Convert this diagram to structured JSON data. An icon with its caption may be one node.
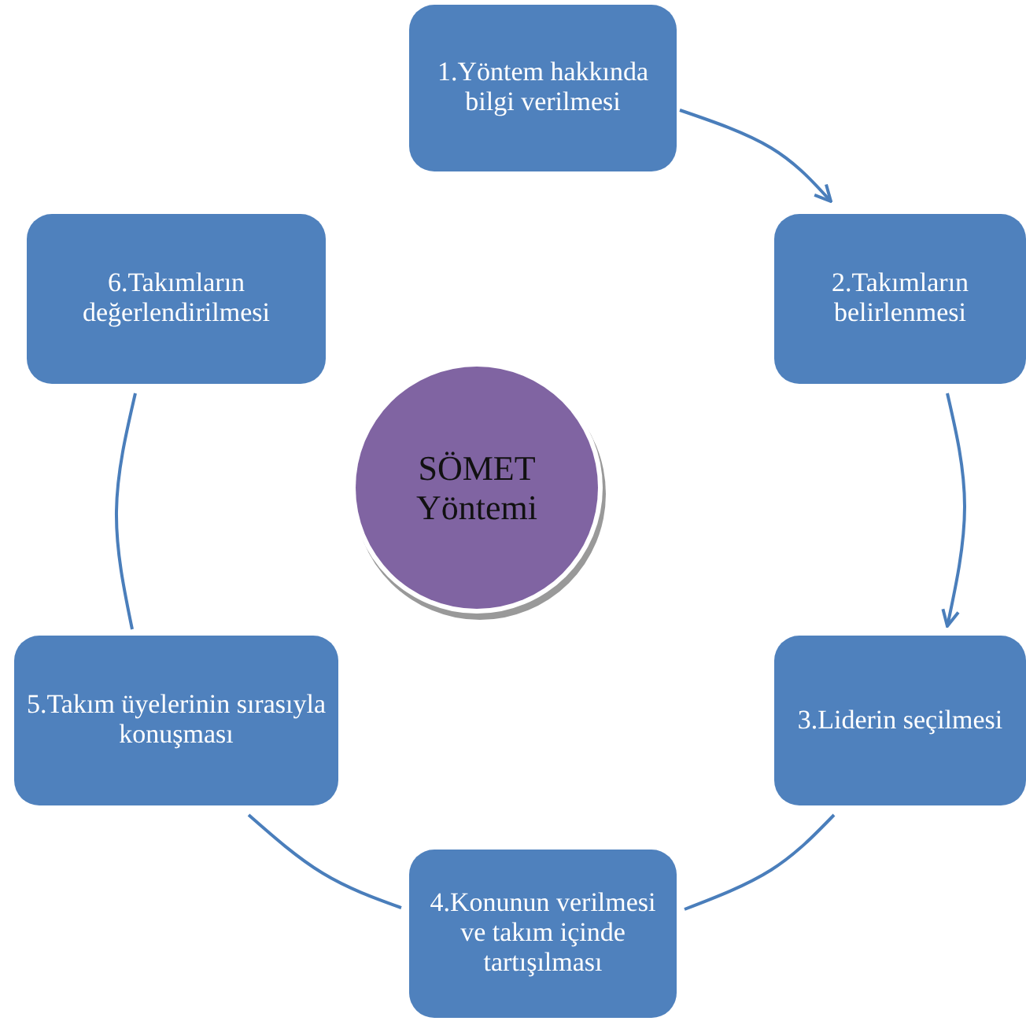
{
  "diagram": {
    "nodes": [
      {
        "text": [
          "SÖMET Yöntemi"
        ]
      },
      {
        "text": [
          "1.Yöntem hakkında bilgi verilmesi"
        ]
      },
      {
        "text": [
          "2.Takımların belirlenmesi"
        ]
      },
      {
        "text": [
          "3.Liderin seçilmesi"
        ]
      },
      {
        "text": [
          "4.Konunun verilmesi ve takım içinde tartışılması"
        ]
      },
      {
        "text": [
          "5.Takım üyelerinin sırasıyla konuşması"
        ]
      },
      {
        "text": [
          "6.Takımların değerlendirilmesi"
        ]
      }
    ],
    "edges": [
      {
        "from": 1,
        "to": 2,
        "arrow": "to"
      },
      {
        "from": 2,
        "to": 3,
        "arrow": "to"
      },
      {
        "from": 3,
        "to": 4,
        "arrow": "none"
      },
      {
        "from": 4,
        "to": 5,
        "arrow": "none"
      },
      {
        "from": 5,
        "to": 6,
        "arrow": "none"
      }
    ]
  }
}
